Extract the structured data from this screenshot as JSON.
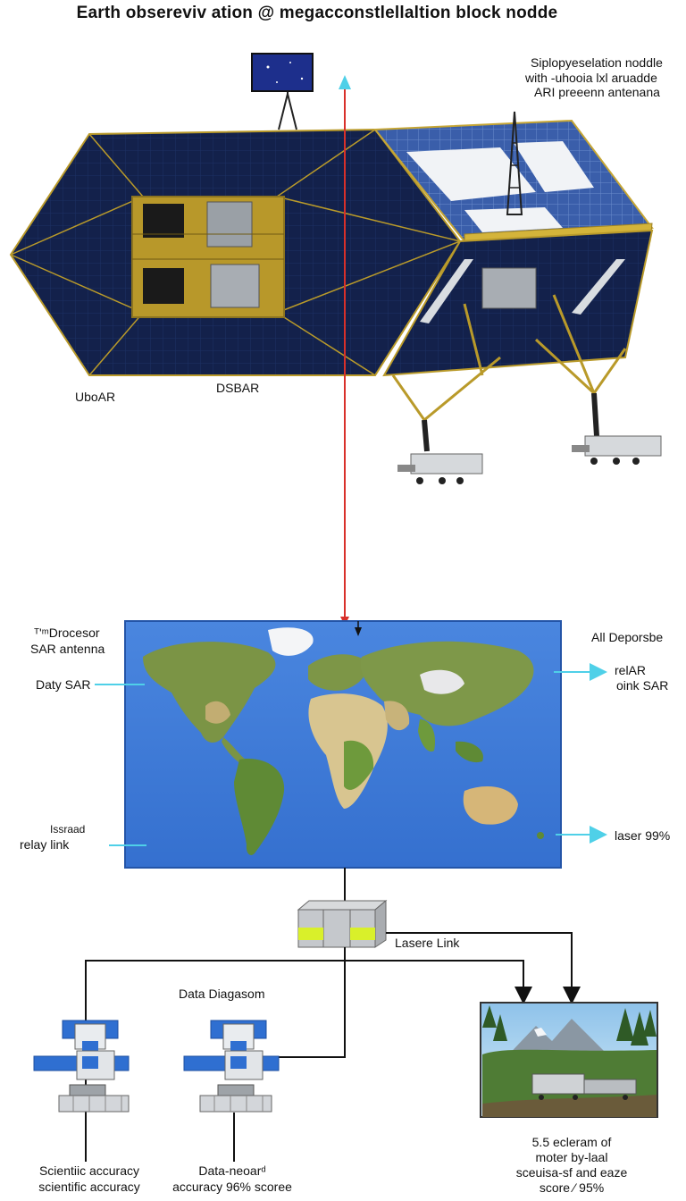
{
  "title": "Earth obsereviv ation @ megacconstlellaltion block nodde",
  "labels": {
    "top_right_1": "Siplopyeselation noddle",
    "top_right_2": "with -uhooia lxl aruadde",
    "top_right_3": "ARI preeenn antenana",
    "ubo_ar": "UboAR",
    "dsbar": "DSBAR",
    "processor_1": "ᵀ'ᵐDrocesor",
    "processor_2": "SAR antenna",
    "daty_sar": "Daty SAR",
    "relay_small": "Issraad",
    "relay_link": "relay link",
    "all_deporsbe": "All Deporsbe",
    "relar": "relAR",
    "oink_sar": "oink SAR",
    "laser_pct": "laser 99%",
    "laser_link": "Lasere Link",
    "data_diagram": "Data Diagasom",
    "sci_1": "Scientiic accuracy",
    "sci_2": "scientific accuracy",
    "data_acc_1": "Data-neoarᵈ",
    "data_acc_2": "accuracy  96% scoree",
    "result_1": "5.5 ecleram of",
    "result_2": "moter by-laal",
    "result_3": "sceuisa-sf and eaze",
    "result_4": "score  ⁄ 95%"
  },
  "colors": {
    "panel_navy": "#12204a",
    "frame_gold": "#b99a2a",
    "ocean": "#3e7ad8",
    "land_green": "#6e8f3c",
    "arrow_red": "#d8302a",
    "arrow_cyan": "#4fd0e8",
    "module_blue": "#2f6fd1"
  }
}
